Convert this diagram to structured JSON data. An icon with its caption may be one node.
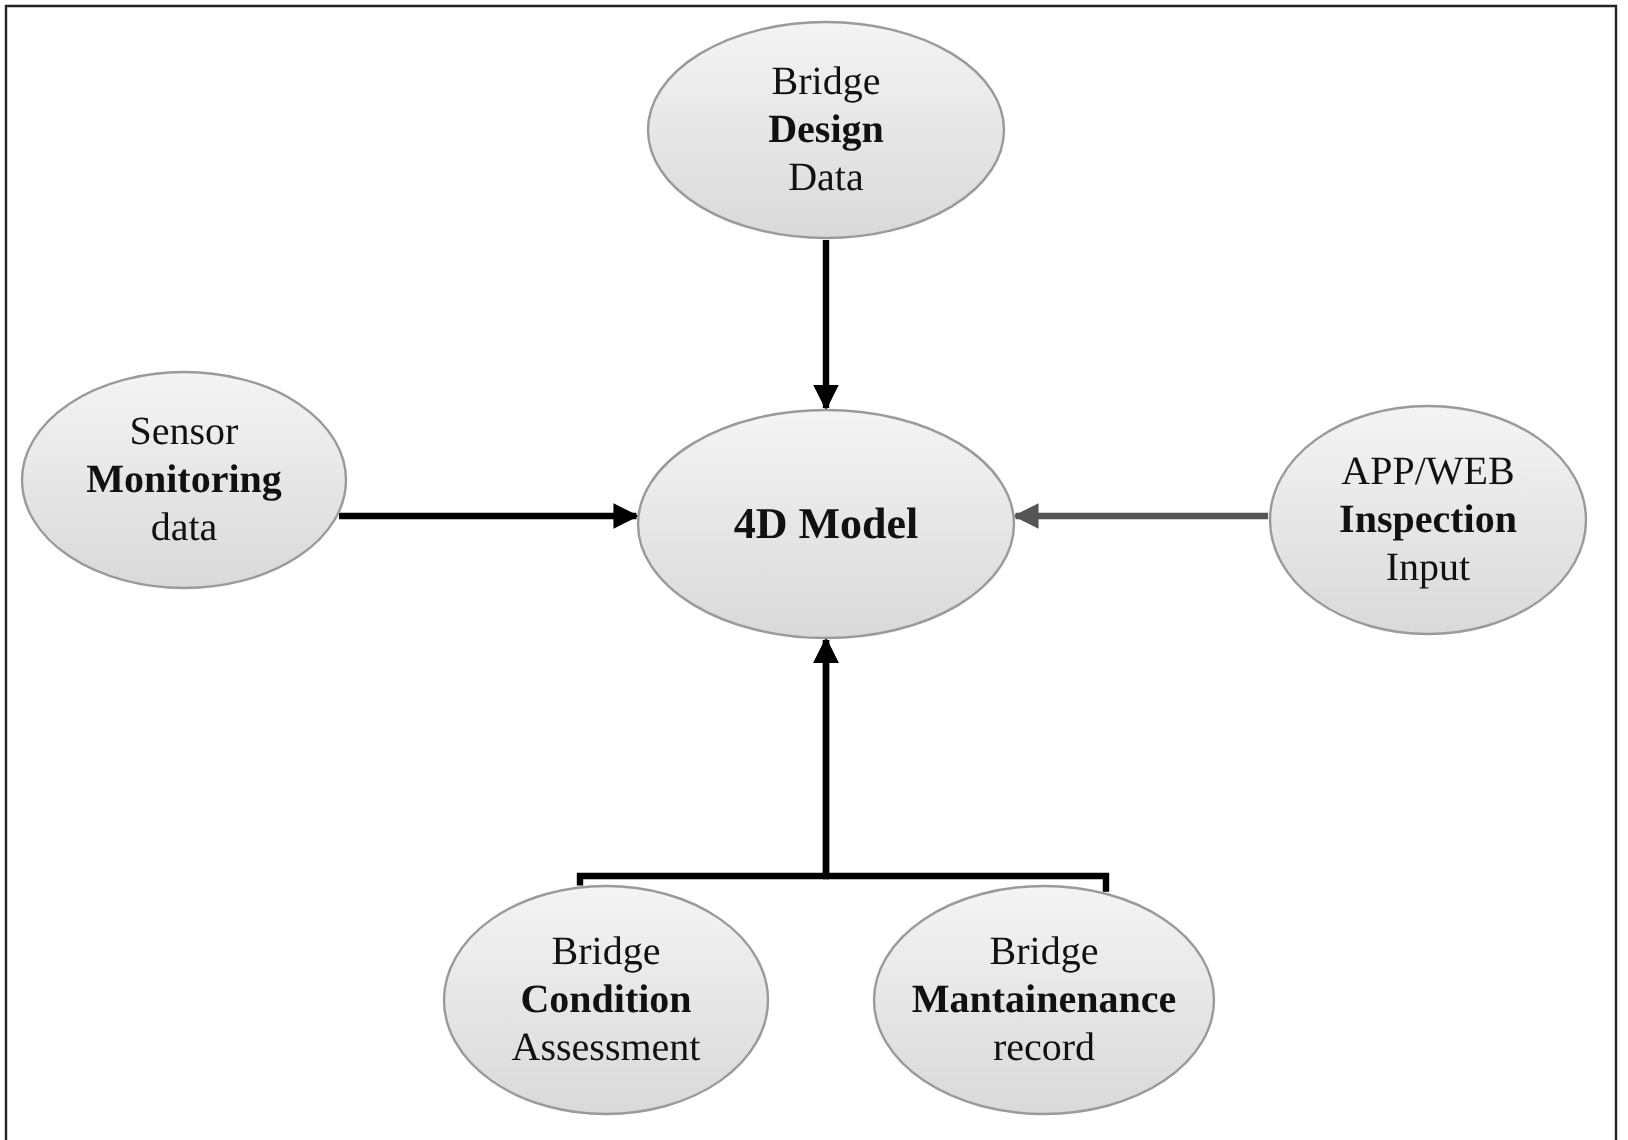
{
  "diagram": {
    "nodes": [
      {
        "text": [
          "Bridge **Design** Data"
        ]
      },
      {
        "text": [
          "Sensor **Monitoring** data"
        ]
      },
      {
        "text": [
          "4D Model"
        ]
      },
      {
        "text": [
          "APP/WEB **Inspection** Input"
        ]
      },
      {
        "text": [
          "Bridge **Condition** Assessment"
        ]
      },
      {
        "text": [
          "Bridge **Mantainenance** record"
        ]
      }
    ],
    "edges": [
      {
        "from": 0,
        "to": 2,
        "arrow": "to"
      },
      {
        "from": 1,
        "to": 2,
        "arrow": "to"
      },
      {
        "from": 3,
        "to": 2,
        "arrow": "to",
        "color": "#555555"
      },
      {
        "from": 4,
        "to": 2,
        "arrow": "to"
      },
      {
        "from": 5,
        "to": 2,
        "arrow": "to"
      }
    ]
  }
}
